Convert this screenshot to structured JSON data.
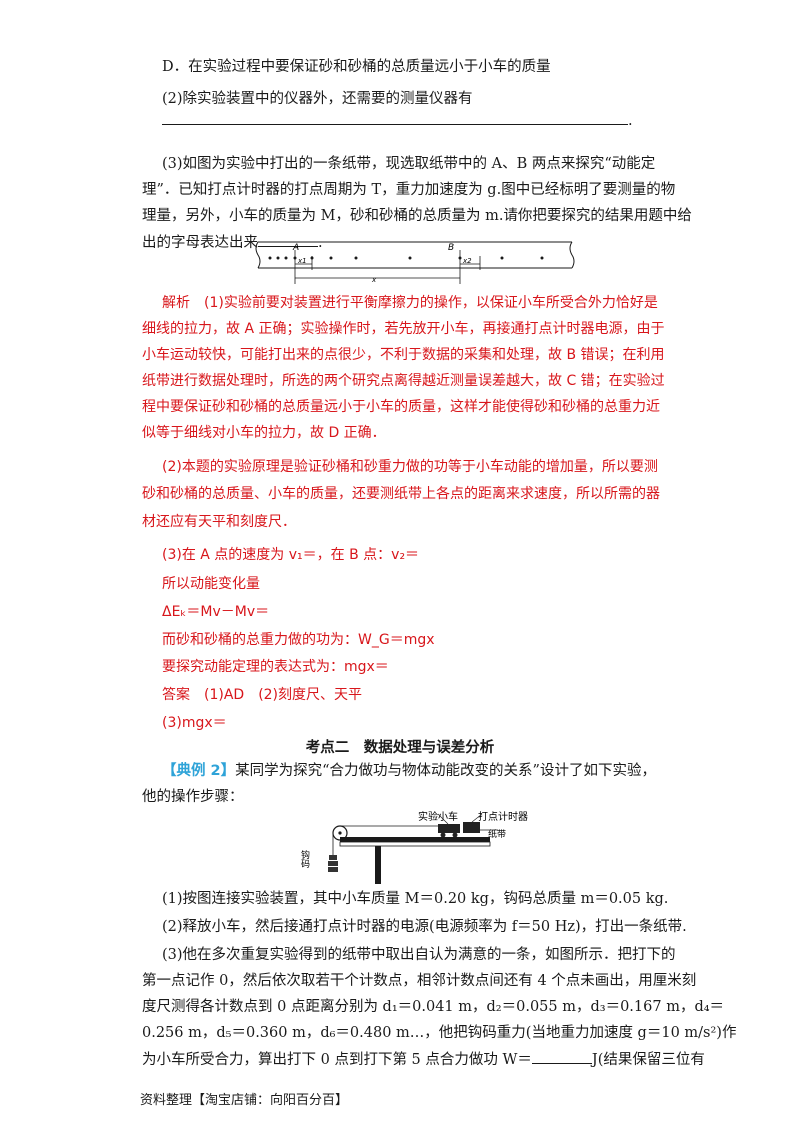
{
  "q": {
    "optionD": "D．在实验过程中要保证砂和砂桶的总质量远小于小车的质量",
    "q2": "(2)除实验装置中的仪器外，还需要的测量仪器有",
    "q2_end": ".",
    "q3_l1": "(3)如图为实验中打出的一条纸带，现选取纸带中的 A、B 两点来探究“动能定",
    "q3_l2": "理”．已知打点计时器的打点周期为 T，重力加速度为 g.图中已经标明了要测量的物",
    "q3_l3": "理量，另外，小车的质量为 M，砂和砂桶的总质量为 m.请你把要探究的结果用题中给",
    "q3_l4": "出的字母表达出来",
    "q3_l4_end": "."
  },
  "tape": {
    "A": "A",
    "B": "B",
    "x1": "x1",
    "x2": "x2",
    "x": "x"
  },
  "analysis": {
    "l1": "解析　(1)实验前要对装置进行平衡摩擦力的操作，以保证小车所受合外力恰好是",
    "l2": "细线的拉力，故 A 正确；实验操作时，若先放开小车，再接通打点计时器电源，由于",
    "l3": "小车运动较快，可能打出来的点很少，不利于数据的采集和处理，故 B 错误；在利用",
    "l4": "纸带进行数据处理时，所选的两个研究点离得越近测量误差越大，故 C 错；在实验过",
    "l5": "程中要保证砂和砂桶的总质量远小于小车的质量，这样才能使得砂和砂桶的总重力近",
    "l6": "似等于细线对小车的拉力，故 D 正确．",
    "l7": "(2)本题的实验原理是验证砂桶和砂重力做的功等于小车动能的增加量，所以要测",
    "l8": "砂和砂桶的总质量、小车的质量，还要测纸带上各点的距离来求速度，所以所需的器",
    "l9": "材还应有天平和刻度尺．",
    "l10": "(3)在 A 点的速度为 v₁＝，在 B 点：v₂＝",
    "l11": "所以动能变化量",
    "l12": "ΔEₖ＝Mv－Mv＝",
    "l13": "而砂和砂桶的总重力做的功为：W_G＝mgx",
    "l14": "要探究动能定理的表达式为：mgx＝",
    "l15": "答案　(1)AD　(2)刻度尺、天平",
    "l16": "(3)mgx＝"
  },
  "section": {
    "title": "考点二　数据处理与误差分析"
  },
  "example": {
    "tag": "【典例 2】",
    "l1": "某同学为探究“合力做功与物体动能改变的关系”设计了如下实验，",
    "l2": "他的操作步骤："
  },
  "apparatus": {
    "car_label": "实验小车",
    "timer_label": "打点计时器",
    "tape_label": "纸带",
    "hook_label": "钩码"
  },
  "steps": {
    "s1": "(1)按图连接实验装置，其中小车质量 M＝0.20 kg，钩码总质量 m＝0.05 kg.",
    "s2": "(2)释放小车，然后接通打点计时器的电源(电源频率为 f＝50 Hz)，打出一条纸带.",
    "s3_l1": "(3)他在多次重复实验得到的纸带中取出自认为满意的一条，如图所示．把打下的",
    "s3_l2": "第一点记作 0，然后依次取若干个计数点，相邻计数点间还有 4 个点未画出，用厘米刻",
    "s3_l3": "度尺测得各计数点到 0 点距离分别为 d₁＝0.041 m，d₂＝0.055 m，d₃＝0.167 m，d₄＝",
    "s3_l4": "0.256 m，d₅＝0.360 m，d₆＝0.480 m…，他把钩码重力(当地重力加速度 g＝10 m/s²)作",
    "s3_l5": "为小车所受合力，算出打下 0 点到打下第 5 点合力做功 W＝",
    "s3_l5_end": "J(结果保留三位有"
  },
  "footer": {
    "text": "资料整理【淘宝店铺：向阳百分百】"
  }
}
